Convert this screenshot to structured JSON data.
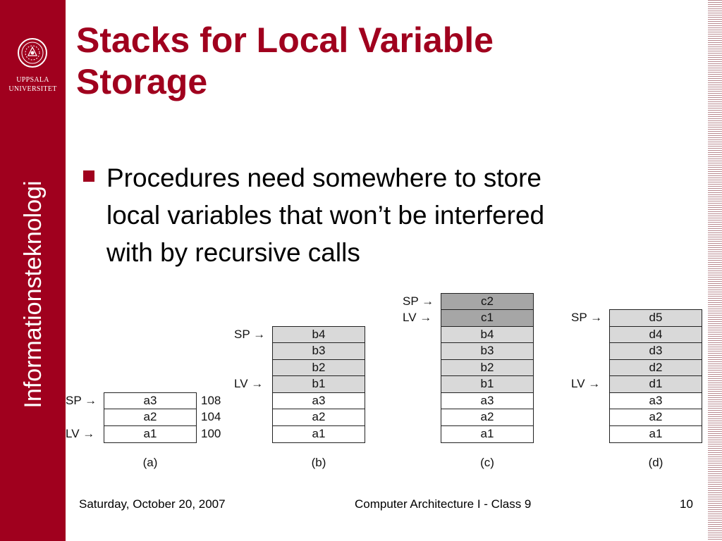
{
  "sidebar": {
    "university_line1": "UPPSALA",
    "university_line2": "UNIVERSITET",
    "department": "Informationsteknologi",
    "seal_icon": "university-seal-icon"
  },
  "colors": {
    "brand": "#a0001e",
    "cell_light": "#d9d9d9",
    "cell_dark": "#a6a6a6"
  },
  "title": {
    "line1": "Stacks for Local Variable",
    "line2": "Storage"
  },
  "bullet": {
    "line1": "Procedures need somewhere to store",
    "line2": "local variables that won’t be interfered",
    "line3": "with by recursive calls"
  },
  "figure": {
    "arrow_glyph": "→",
    "stacks": [
      {
        "caption": "(a)",
        "cells": [
          {
            "label": "a3",
            "shade": "white"
          },
          {
            "label": "a2",
            "shade": "white"
          },
          {
            "label": "a1",
            "shade": "white"
          }
        ],
        "sp_label": "SP",
        "sp_index": 0,
        "lv_label": "LV",
        "lv_index": 2,
        "addresses": [
          "108",
          "104",
          "100"
        ]
      },
      {
        "caption": "(b)",
        "cells": [
          {
            "label": "b4",
            "shade": "light"
          },
          {
            "label": "b3",
            "shade": "light"
          },
          {
            "label": "b2",
            "shade": "light"
          },
          {
            "label": "b1",
            "shade": "light"
          },
          {
            "label": "a3",
            "shade": "white"
          },
          {
            "label": "a2",
            "shade": "white"
          },
          {
            "label": "a1",
            "shade": "white"
          }
        ],
        "sp_label": "SP",
        "sp_index": 0,
        "lv_label": "LV",
        "lv_index": 3
      },
      {
        "caption": "(c)",
        "cells": [
          {
            "label": "c2",
            "shade": "dark"
          },
          {
            "label": "c1",
            "shade": "dark"
          },
          {
            "label": "b4",
            "shade": "light"
          },
          {
            "label": "b3",
            "shade": "light"
          },
          {
            "label": "b2",
            "shade": "light"
          },
          {
            "label": "b1",
            "shade": "light"
          },
          {
            "label": "a3",
            "shade": "white"
          },
          {
            "label": "a2",
            "shade": "white"
          },
          {
            "label": "a1",
            "shade": "white"
          }
        ],
        "sp_label": "SP",
        "sp_index": 0,
        "lv_label": "LV",
        "lv_index": 1
      },
      {
        "caption": "(d)",
        "cells": [
          {
            "label": "d5",
            "shade": "light"
          },
          {
            "label": "d4",
            "shade": "light"
          },
          {
            "label": "d3",
            "shade": "light"
          },
          {
            "label": "d2",
            "shade": "light"
          },
          {
            "label": "d1",
            "shade": "light"
          },
          {
            "label": "a3",
            "shade": "white"
          },
          {
            "label": "a2",
            "shade": "white"
          },
          {
            "label": "a1",
            "shade": "white"
          }
        ],
        "sp_label": "SP",
        "sp_index": 0,
        "lv_label": "LV",
        "lv_index": 4
      }
    ]
  },
  "footer": {
    "date": "Saturday, October 20, 2007",
    "course": "Computer Architecture I - Class 9",
    "page": "10"
  }
}
